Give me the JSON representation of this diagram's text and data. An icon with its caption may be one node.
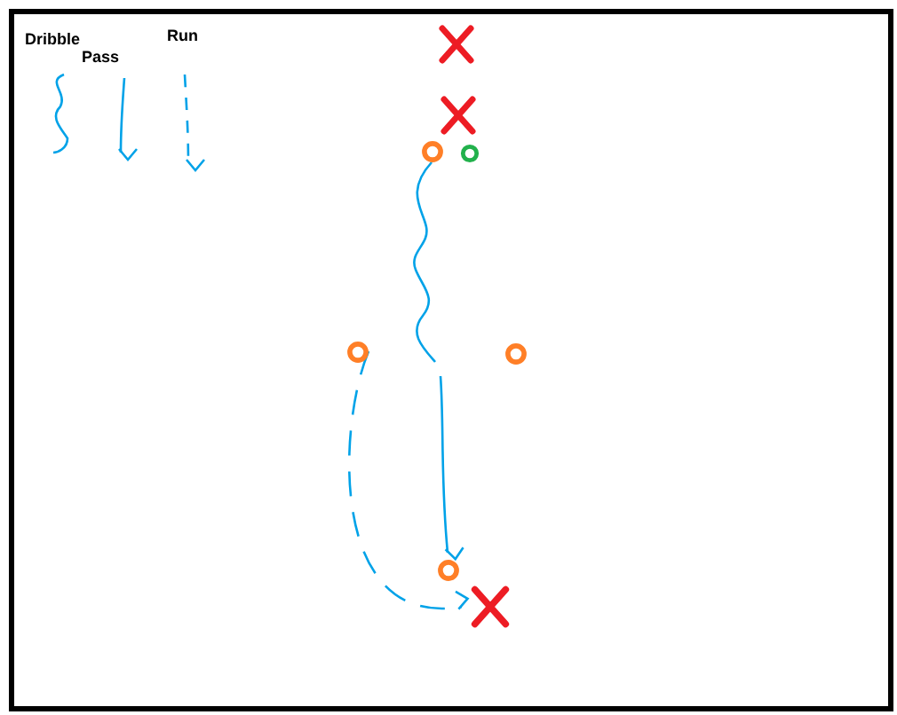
{
  "diagram": {
    "nodes": [
      {
        "text": [],
        "shape": "cross"
      },
      {
        "text": [],
        "shape": "cross"
      },
      {
        "text": [],
        "shape": "circle"
      },
      {
        "text": [],
        "shape": "circle"
      },
      {
        "text": [],
        "shape": "circle"
      },
      {
        "text": [],
        "shape": "circle"
      },
      {
        "text": [],
        "shape": "circle"
      },
      {
        "text": [],
        "shape": "cross"
      }
    ],
    "edges": [
      {
        "from": 2,
        "to": null,
        "arrow": "none"
      },
      {
        "from": null,
        "to": 6,
        "arrow": "to"
      },
      {
        "from": 4,
        "to": 7,
        "arrow": "to",
        "style": "dashed"
      }
    ],
    "legend": [
      {
        "text": "Dribble"
      },
      {
        "text": "Pass"
      },
      {
        "text": "Run"
      }
    ]
  }
}
